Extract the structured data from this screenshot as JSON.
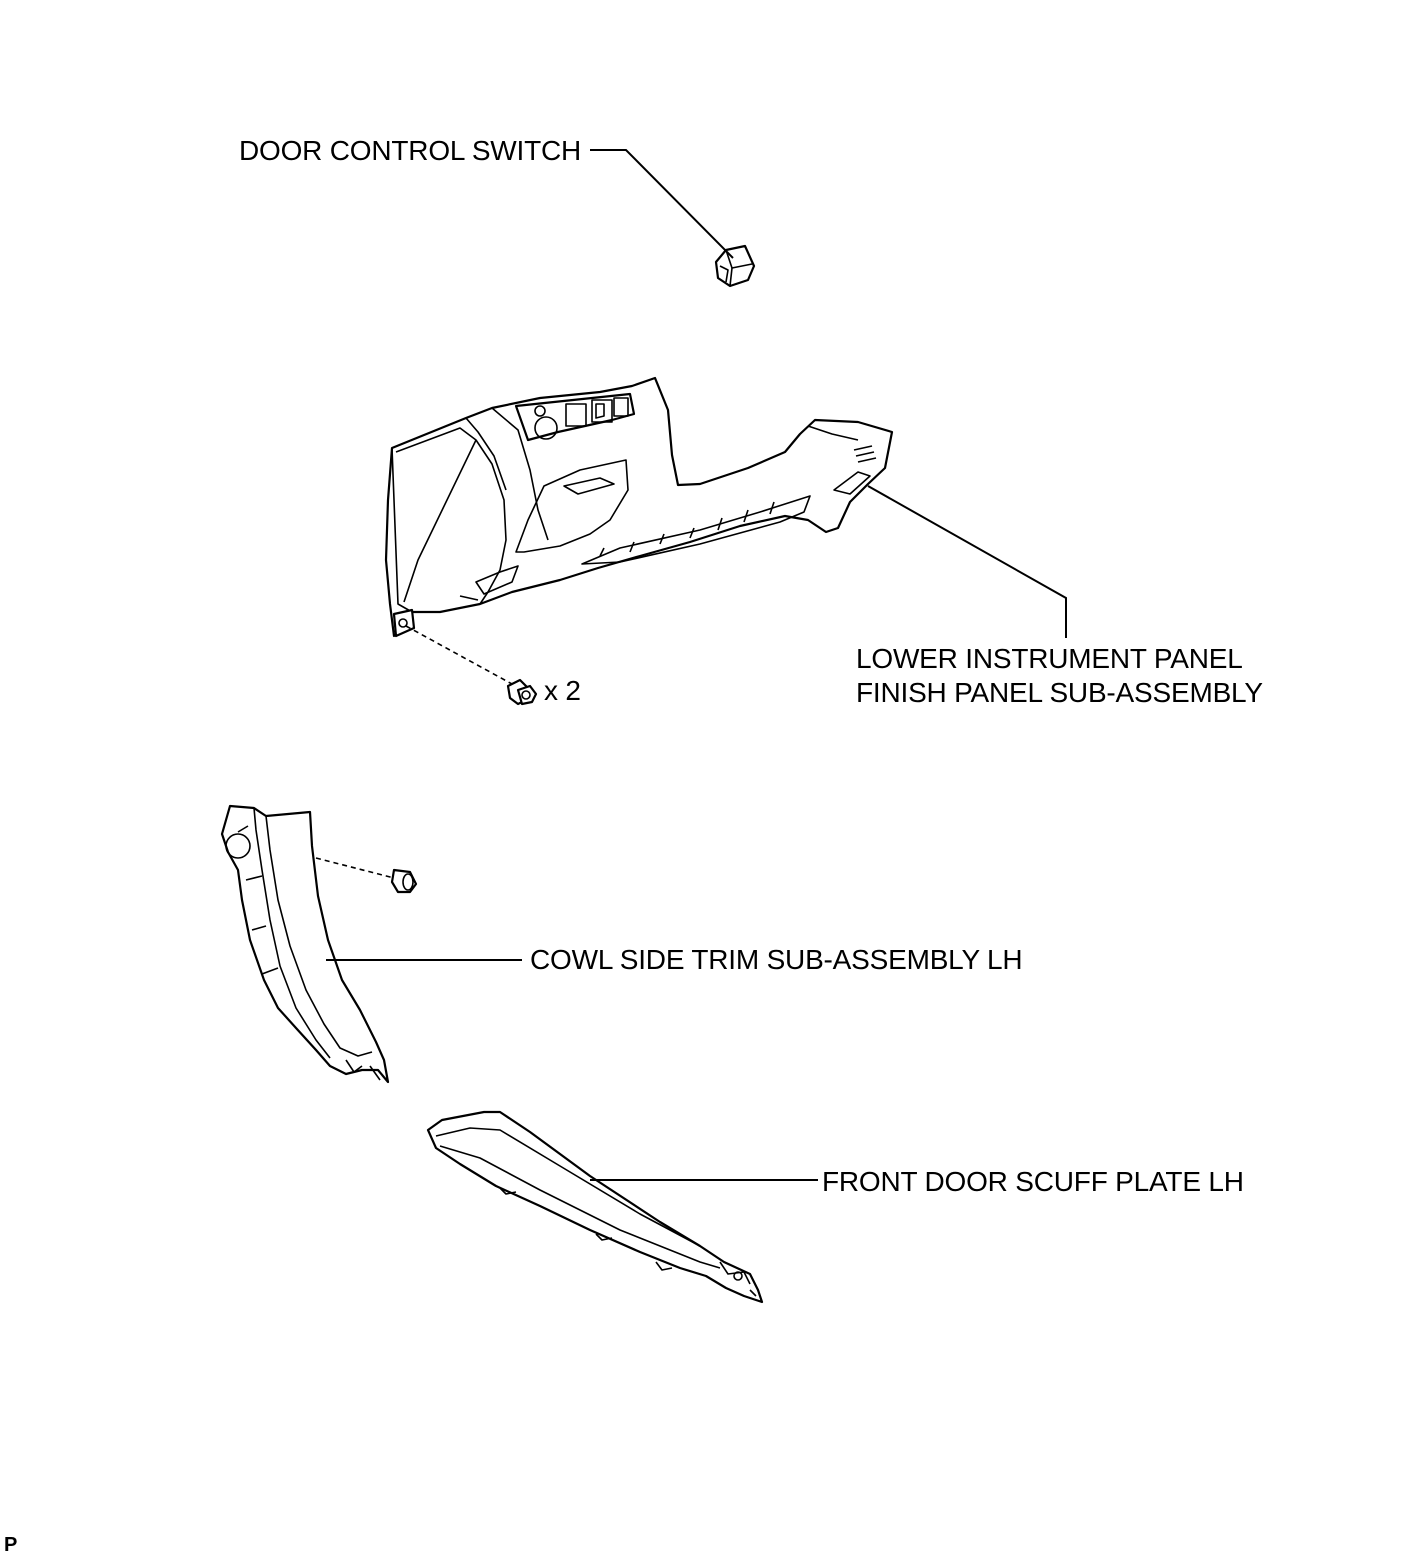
{
  "labels": {
    "door_control_switch": "DOOR CONTROL SWITCH",
    "lower_panel_line1": "LOWER INSTRUMENT PANEL",
    "lower_panel_line2": "FINISH PANEL SUB-ASSEMBLY",
    "bolt_qty": "x 2",
    "cowl_side_trim": "COWL SIDE TRIM SUB-ASSEMBLY LH",
    "scuff_plate": "FRONT DOOR SCUFF PLATE LH"
  },
  "corner_code": "P",
  "colors": {
    "line": "#000000",
    "background": "#ffffff"
  }
}
